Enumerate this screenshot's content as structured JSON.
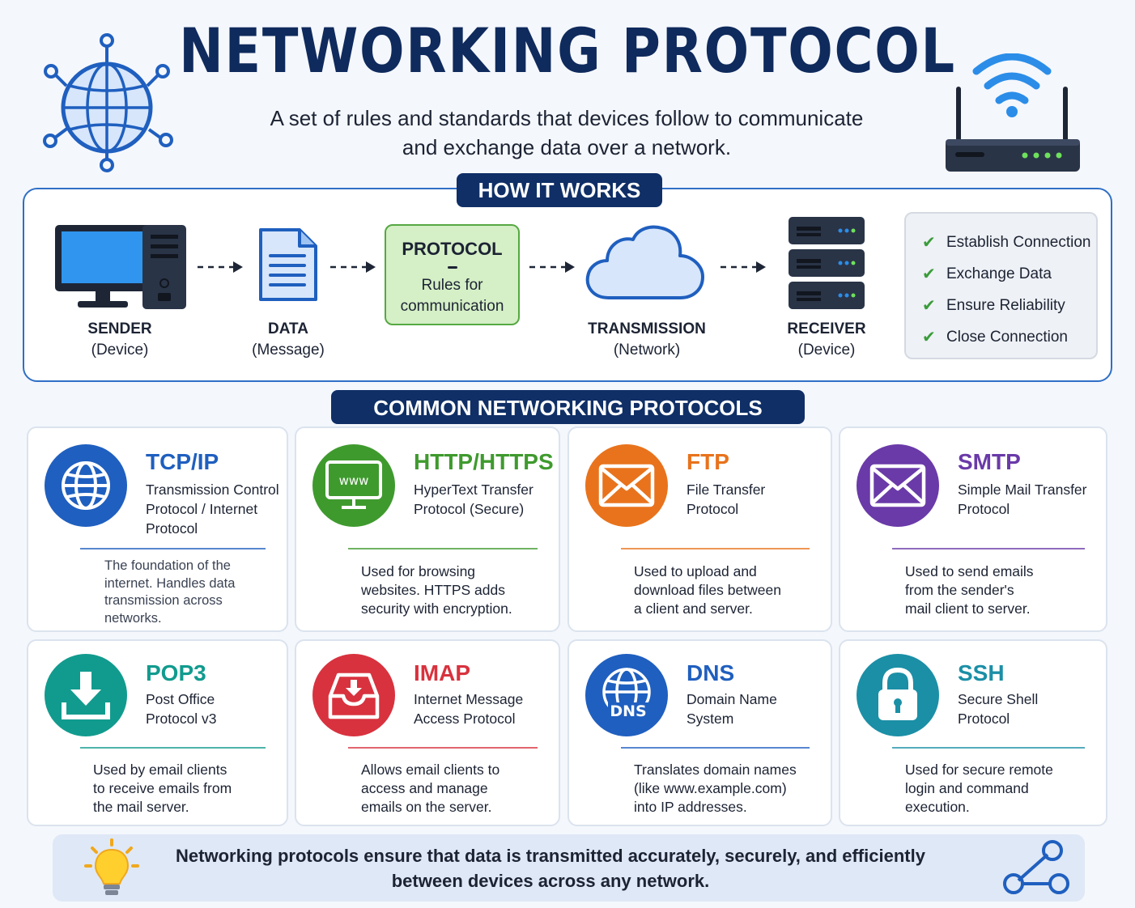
{
  "header": {
    "title": "NETWORKING PROTOCOL",
    "subtitle_line1": "A set of rules and standards that devices follow to communicate",
    "subtitle_line2": "and exchange data over a network."
  },
  "how_it_works": {
    "heading": "HOW IT WORKS",
    "sender": {
      "name": "SENDER",
      "sub": "(Device)"
    },
    "data": {
      "name": "DATA",
      "sub": "(Message)"
    },
    "protocol": {
      "name": "PROTOCOL",
      "line1": "Rules for",
      "line2": "communication"
    },
    "transmission": {
      "name": "TRANSMISSION",
      "sub": "(Network)"
    },
    "receiver": {
      "name": "RECEIVER",
      "sub": "(Device)"
    },
    "steps": [
      "Establish Connection",
      "Exchange Data",
      "Ensure Reliability",
      "Close Connection"
    ]
  },
  "common": {
    "heading": "COMMON NETWORKING PROTOCOLS",
    "cards": [
      {
        "name": "TCP/IP",
        "full": [
          "Transmission Control",
          "Protocol / Internet",
          "Protocol"
        ],
        "desc": [
          "The foundation of the",
          "internet. Handles data",
          "transmission across",
          "networks."
        ],
        "color": "#1f5fbf",
        "icon": "globe-icon"
      },
      {
        "name": "HTTP/HTTPS",
        "full": [
          "HyperText Transfer",
          "Protocol (Secure)"
        ],
        "desc": [
          "Used for browsing",
          "websites. HTTPS adds",
          "security with encryption."
        ],
        "color": "#3f9a2e",
        "icon": "www-monitor-icon",
        "icon_text": "www"
      },
      {
        "name": "FTP",
        "full": [
          "File Transfer",
          "Protocol"
        ],
        "desc": [
          "Used to upload and",
          "download files between",
          "a client and server."
        ],
        "color": "#e8731c",
        "icon": "envelope-icon"
      },
      {
        "name": "SMTP",
        "full": [
          "Simple Mail Transfer",
          "Protocol"
        ],
        "desc": [
          "Used to send emails",
          "from the sender's",
          "mail client to server."
        ],
        "color": "#6a3aa8",
        "icon": "envelope-icon"
      },
      {
        "name": "POP3",
        "full": [
          "Post Office",
          "Protocol v3"
        ],
        "desc": [
          "Used by email clients",
          "to receive emails from",
          "the mail server."
        ],
        "color": "#119b8e",
        "icon": "download-icon"
      },
      {
        "name": "IMAP",
        "full": [
          "Internet Message",
          "Access Protocol"
        ],
        "desc": [
          "Allows email clients to",
          "access and manage",
          "emails on the server."
        ],
        "color": "#d8323e",
        "icon": "inbox-icon"
      },
      {
        "name": "DNS",
        "full": [
          "Domain Name",
          "System"
        ],
        "desc": [
          "Translates domain names",
          "(like www.example.com)",
          "into IP addresses."
        ],
        "color": "#1f5fbf",
        "icon": "dns-globe-icon",
        "icon_text": "DNS"
      },
      {
        "name": "SSH",
        "full": [
          "Secure Shell",
          "Protocol"
        ],
        "desc": [
          "Used for secure remote",
          "login and command",
          "execution."
        ],
        "color": "#1b8fa6",
        "icon": "lock-icon"
      }
    ]
  },
  "footer": {
    "line1": "Networking protocols ensure that data is transmitted accurately, securely, and efficiently",
    "line2": "between devices across any network."
  },
  "colors": {
    "navy": "#0f2f66",
    "title": "#0f2a5c",
    "accent_blue": "#2f6fc6",
    "green": "#56a843"
  }
}
